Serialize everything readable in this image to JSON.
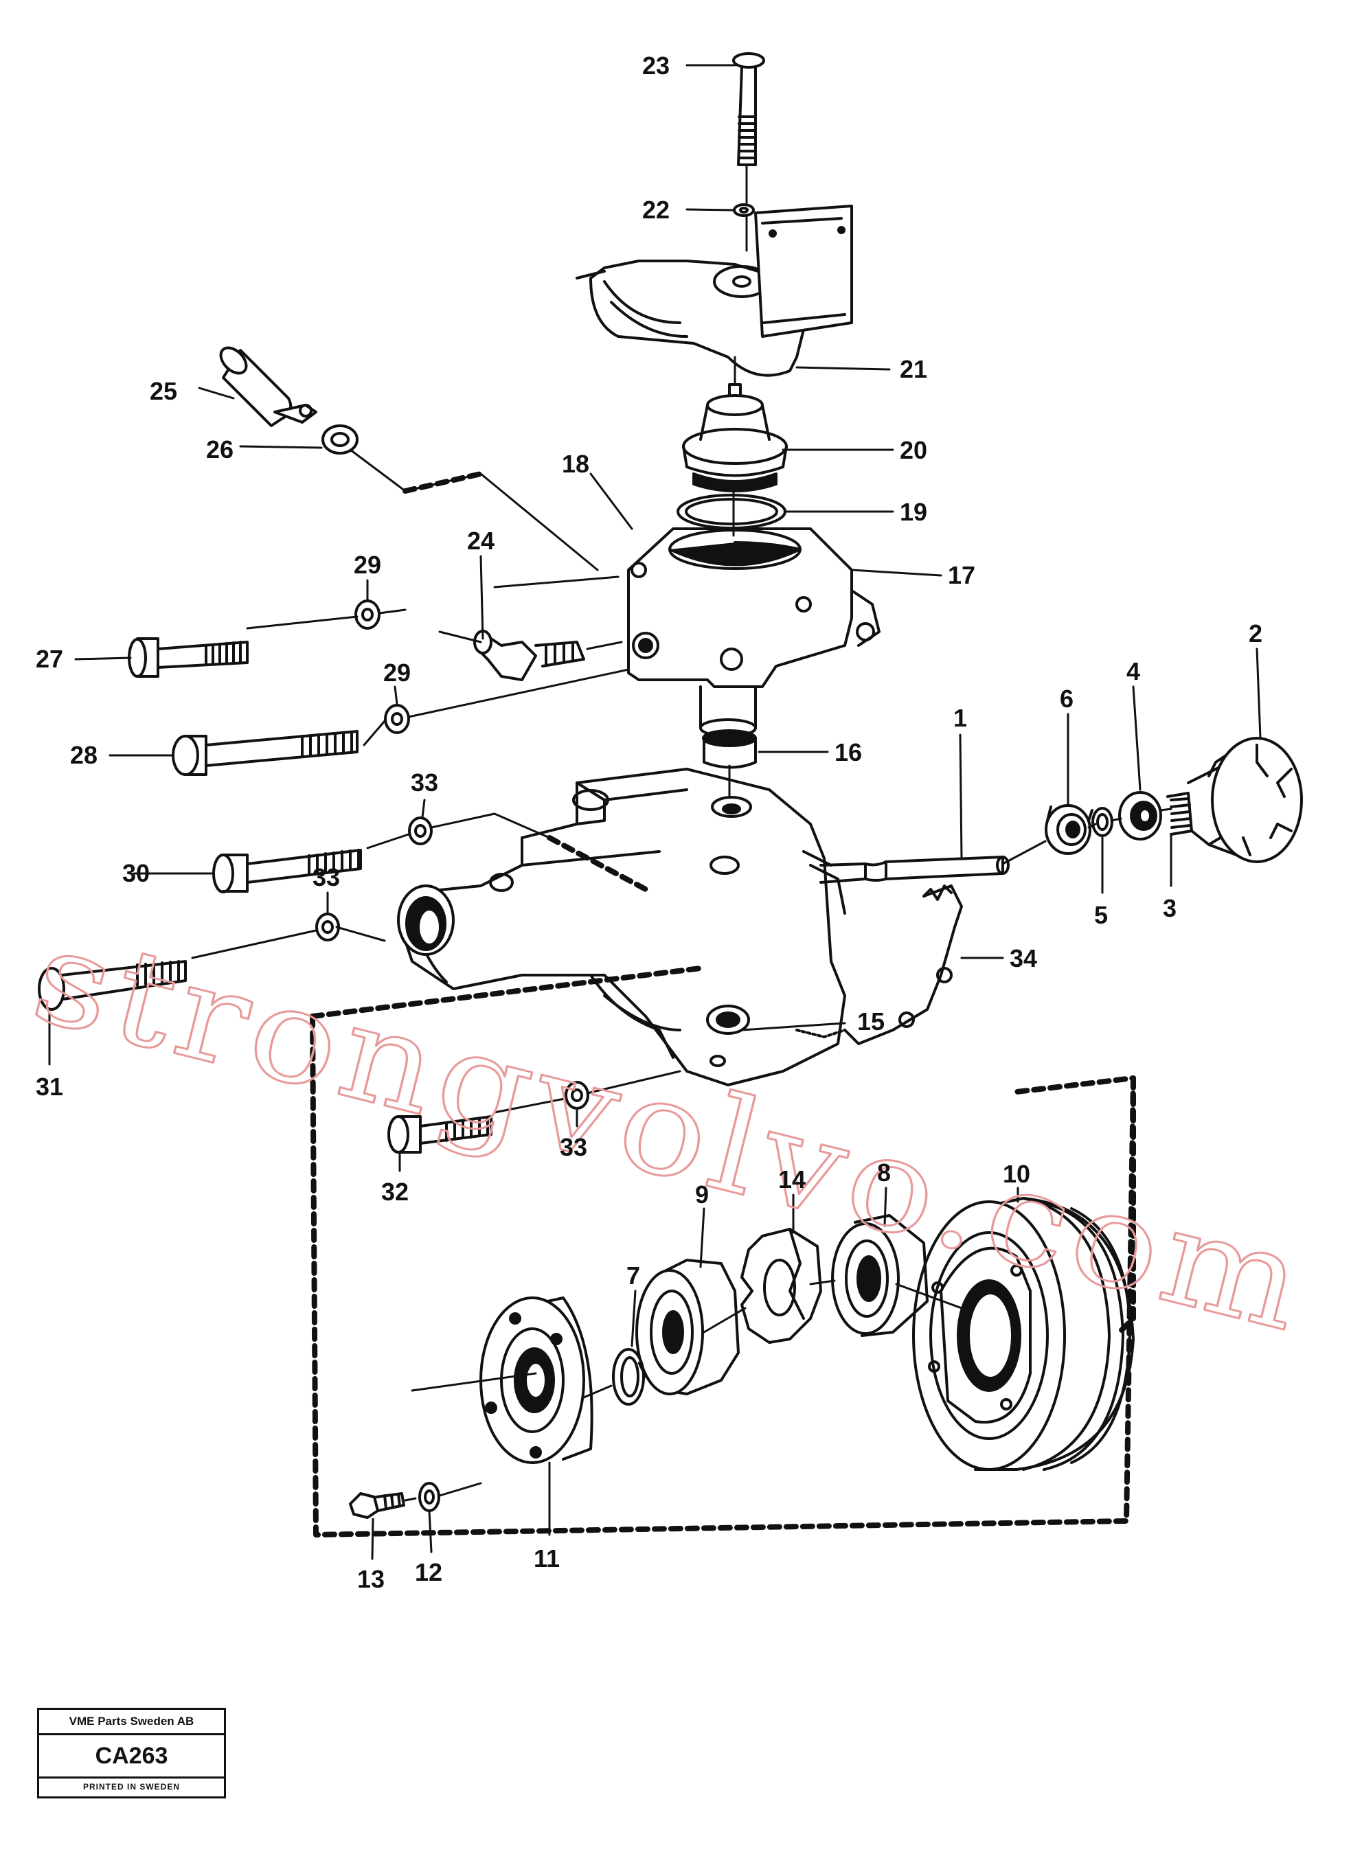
{
  "watermark": "strongvolvo.com",
  "title_block": {
    "company": "VME Parts Sweden AB",
    "code": "CA263",
    "printed": "PRINTED IN SWEDEN"
  },
  "part_labels": {
    "p1": "1",
    "p2": "2",
    "p3": "3",
    "p4": "4",
    "p5": "5",
    "p6": "6",
    "p7": "7",
    "p8": "8",
    "p9": "9",
    "p10": "10",
    "p11": "11",
    "p12": "12",
    "p13": "13",
    "p14": "14",
    "p15": "15",
    "p16": "16",
    "p17": "17",
    "p18": "18",
    "p19": "19",
    "p20": "20",
    "p21": "21",
    "p22": "22",
    "p23": "23",
    "p24": "24",
    "p25": "25",
    "p26": "26",
    "p27": "27",
    "p28": "28",
    "p29a": "29",
    "p29b": "29",
    "p30": "30",
    "p31": "31",
    "p32": "32",
    "p33a": "33",
    "p33b": "33",
    "p33c": "33",
    "p34": "34"
  },
  "colors": {
    "line": "#111111",
    "watermark": "#e89a9a"
  }
}
